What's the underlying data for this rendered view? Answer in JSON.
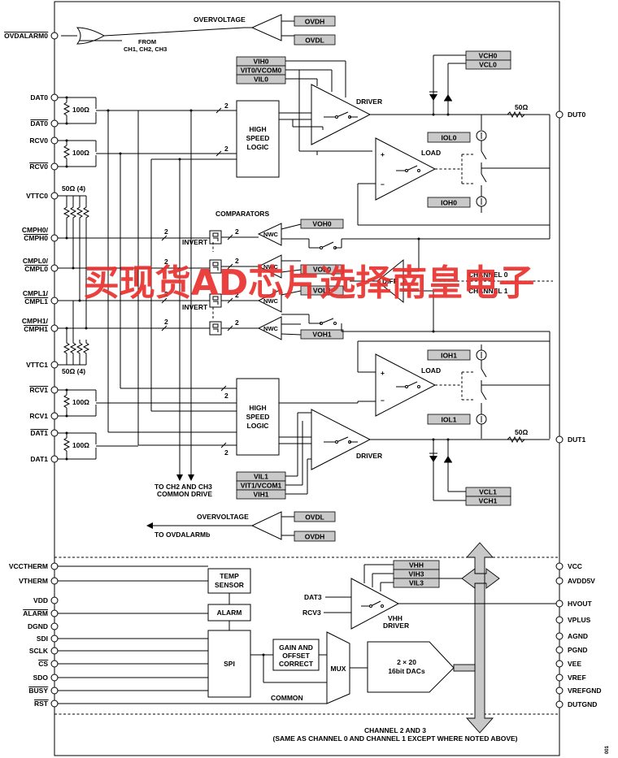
{
  "overvoltage_top": "OVERVOLTAGE",
  "overvoltage_bottom": "OVERVOLTAGE",
  "from_channels": [
    "FROM",
    "CH1, CH2, CH3"
  ],
  "to_ovdalarm": "TO OVDALARMb",
  "to_ch23": [
    "TO CH2 AND CH3",
    "COMMON DRIVE"
  ],
  "regs": {
    "ovdh_top": "OVDH",
    "ovdl_top": "OVDL",
    "vch0": "VCH0",
    "vcl0": "VCL0",
    "vih0": "VIH0",
    "vit0": "VIT0/VCOM0",
    "vil0": "VIL0",
    "iol0": "IOL0",
    "ioh0": "IOH0",
    "voh0": "VOH0",
    "vol0": "VOL0",
    "vol1": "VOL1",
    "voh1": "VOH1",
    "ioh1": "IOH1",
    "iol1": "IOL1",
    "vil1": "VIL1",
    "vit1": "VIT1/VCOM1",
    "vih1": "VIH1",
    "vcl1": "VCL1",
    "vch1": "VCH1",
    "ovdl_bot": "OVDL",
    "ovdh_bot": "OVDH",
    "vhh": "VHH",
    "vih3": "VIH3",
    "vil3": "VIL3"
  },
  "blocks": {
    "high_speed_logic": [
      "HIGH",
      "SPEED",
      "LOGIC"
    ],
    "driver": "DRIVER",
    "load": "LOAD",
    "comparators": "COMPARATORS",
    "nwc": "NWC",
    "invert": "INVERT",
    "diff": "DIFF",
    "channel0": "CHANNEL 0",
    "channel1": "CHANNEL 1",
    "temp_sensor": [
      "TEMP",
      "SENSOR"
    ],
    "alarm": "ALARM",
    "spi": "SPI",
    "gain_offset": [
      "GAIN AND",
      "OFFSET",
      "CORRECT"
    ],
    "mux": "MUX",
    "dacs": [
      "2 × 20",
      "16bit DACs"
    ],
    "common": "COMMON",
    "vhh_driver": [
      "VHH",
      "DRIVER"
    ]
  },
  "resistors": {
    "r100": "100Ω",
    "r50": "50Ω",
    "r50x4": "50Ω (4)"
  },
  "bus_widths": {
    "two": "2"
  },
  "left_pins": [
    {
      "id": "ovdalarm0",
      "label": "OVDALARM0",
      "bar": true
    },
    {
      "id": "dat0",
      "label": "DAT0",
      "bar": false
    },
    {
      "id": "dat0b",
      "label": "DAT0",
      "bar": true
    },
    {
      "id": "rcv0",
      "label": "RCV0",
      "bar": false
    },
    {
      "id": "rcv0b",
      "label": "RCV0",
      "bar": true
    },
    {
      "id": "vttc0",
      "label": "VTTC0",
      "bar": false
    },
    {
      "id": "cmph0",
      "label": "CMPH0/",
      "label2": "CMPH0",
      "bar": false
    },
    {
      "id": "cmpl0",
      "label": "CMPL0/",
      "label2": "CMPL0",
      "bar": false
    },
    {
      "id": "cmpl1",
      "label": "CMPL1/",
      "label2": "CMPL1",
      "bar": false
    },
    {
      "id": "cmph1",
      "label": "CMPH1/",
      "label2": "CMPH1",
      "bar": false
    },
    {
      "id": "vttc1",
      "label": "VTTC1",
      "bar": false
    },
    {
      "id": "rcv1b",
      "label": "RCV1",
      "bar": true
    },
    {
      "id": "rcv1",
      "label": "RCV1",
      "bar": false
    },
    {
      "id": "dat1b",
      "label": "DAT1",
      "bar": true
    },
    {
      "id": "dat1",
      "label": "DAT1",
      "bar": false
    },
    {
      "id": "vcctherm",
      "label": "VCCTHERM",
      "bar": false
    },
    {
      "id": "vtherm",
      "label": "VTHERM",
      "bar": false
    },
    {
      "id": "vdd",
      "label": "VDD",
      "bar": false
    },
    {
      "id": "alarm",
      "label": "ALARM",
      "bar": true
    },
    {
      "id": "dgnd",
      "label": "DGND",
      "bar": false
    },
    {
      "id": "sdi",
      "label": "SDI",
      "bar": false
    },
    {
      "id": "sclk",
      "label": "SCLK",
      "bar": false
    },
    {
      "id": "cs",
      "label": "CS",
      "bar": true
    },
    {
      "id": "sdo",
      "label": "SDO",
      "bar": false
    },
    {
      "id": "busy",
      "label": "BUSY",
      "bar": true
    },
    {
      "id": "rst",
      "label": "RST",
      "bar": true
    }
  ],
  "right_pins": [
    {
      "id": "dut0",
      "label": "DUT0"
    },
    {
      "id": "dut1",
      "label": "DUT1"
    },
    {
      "id": "vcc",
      "label": "VCC"
    },
    {
      "id": "avdd5v",
      "label": "AVDD5V"
    },
    {
      "id": "hvout",
      "label": "HVOUT"
    },
    {
      "id": "vplus",
      "label": "VPLUS"
    },
    {
      "id": "agnd",
      "label": "AGND"
    },
    {
      "id": "pgnd",
      "label": "PGND"
    },
    {
      "id": "vee",
      "label": "VEE"
    },
    {
      "id": "vref",
      "label": "VREF"
    },
    {
      "id": "vrefgnd",
      "label": "VREFGND"
    },
    {
      "id": "dutgnd",
      "label": "DUTGND"
    }
  ],
  "dat3": "DAT3",
  "rcv3": "RCV3",
  "footer": [
    "CHANNEL 2 AND 3",
    "(SAME AS CHANNEL 0 AND CHANNEL 1 EXCEPT WHERE NOTED ABOVE)"
  ],
  "fig_number": "001",
  "watermark": "买现货AD芯片选择南皇电子"
}
